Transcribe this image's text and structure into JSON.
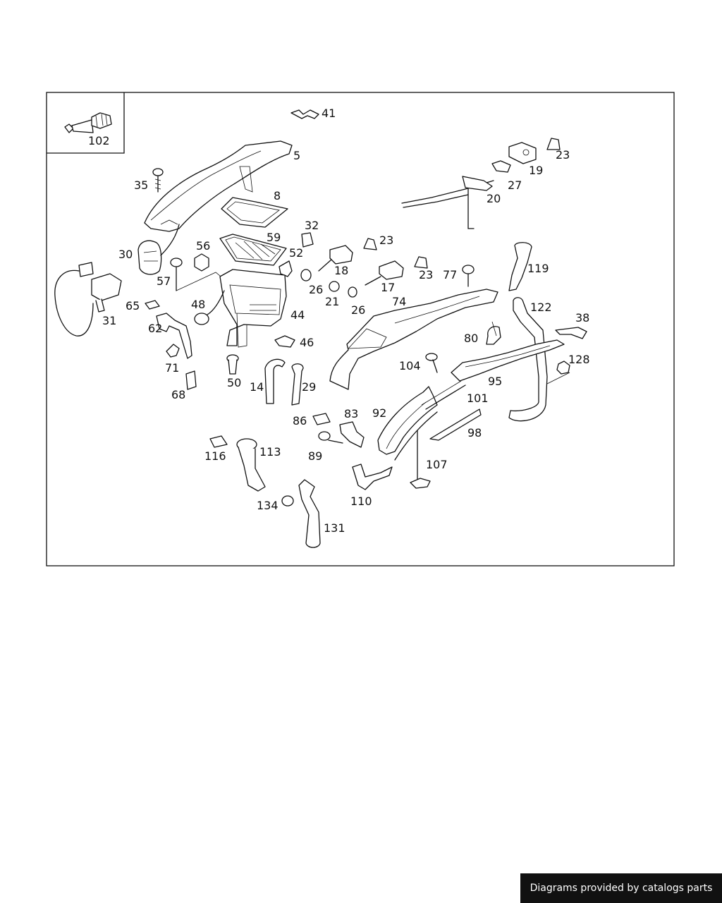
{
  "diagram": {
    "inset_label": "102",
    "labels": [
      "41",
      "5",
      "35",
      "8",
      "23",
      "19",
      "27",
      "20",
      "32",
      "59",
      "23",
      "52",
      "30",
      "56",
      "18",
      "57",
      "23",
      "26",
      "21",
      "17",
      "77",
      "119",
      "26",
      "74",
      "122",
      "65",
      "48",
      "44",
      "31",
      "38",
      "62",
      "46",
      "80",
      "71",
      "104",
      "128",
      "95",
      "50",
      "14",
      "29",
      "68",
      "101",
      "92",
      "98",
      "86",
      "83",
      "116",
      "113",
      "89",
      "107",
      "110",
      "134",
      "131"
    ]
  },
  "footer": {
    "text": "Diagrams provided by catalogs parts"
  }
}
